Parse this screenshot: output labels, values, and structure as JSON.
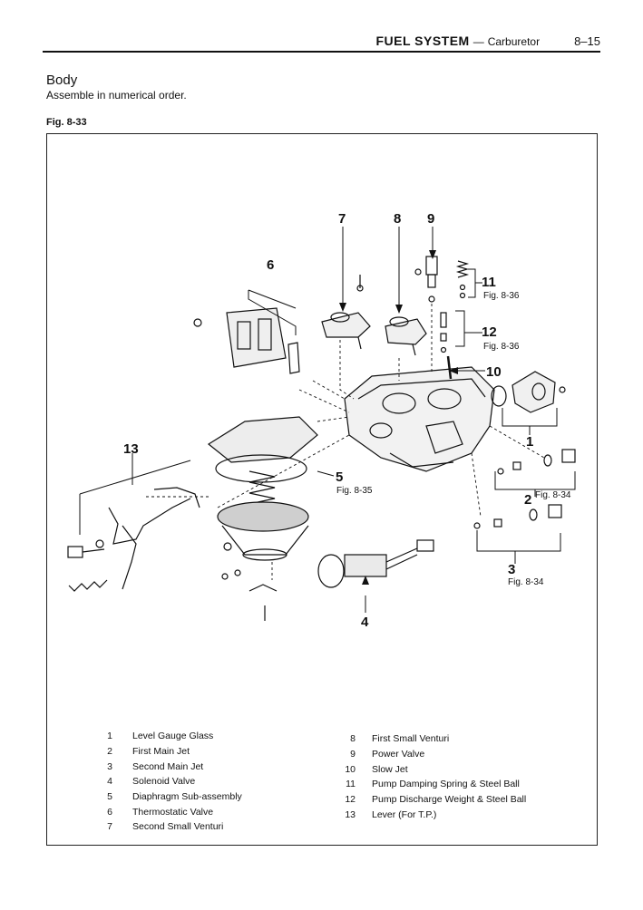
{
  "header": {
    "section": "FUEL SYSTEM",
    "dash": "—",
    "subsection": "Carburetor",
    "page": "8–15"
  },
  "title": "Body",
  "subtitle": "Assemble in numerical order.",
  "figure": {
    "label": "Fig. 8-33",
    "callouts": {
      "c1": "1",
      "c2": "2",
      "c3": "3",
      "c4": "4",
      "c5": "5",
      "c6": "6",
      "c7": "7",
      "c8": "8",
      "c9": "9",
      "c10": "10",
      "c11": "11",
      "c12": "12",
      "c13": "13"
    },
    "refs": {
      "r11": "Fig. 8-36",
      "r12": "Fig. 8-36",
      "r5": "Fig. 8-35",
      "r2": "Fig. 8-34",
      "r3": "Fig. 8-34"
    }
  },
  "legend": {
    "left": [
      {
        "num": "1",
        "label": "Level Gauge Glass"
      },
      {
        "num": "2",
        "label": "First Main Jet"
      },
      {
        "num": "3",
        "label": "Second Main Jet"
      },
      {
        "num": "4",
        "label": "Solenoid Valve"
      },
      {
        "num": "5",
        "label": "Diaphragm Sub-assembly"
      },
      {
        "num": "6",
        "label": "Thermostatic Valve"
      },
      {
        "num": "7",
        "label": "Second Small Venturi"
      }
    ],
    "right": [
      {
        "num": "8",
        "label": "First Small Venturi"
      },
      {
        "num": "9",
        "label": "Power Valve"
      },
      {
        "num": "10",
        "label": "Slow Jet"
      },
      {
        "num": "11",
        "label": "Pump Damping Spring & Steel Ball"
      },
      {
        "num": "12",
        "label": "Pump Discharge Weight & Steel Ball"
      },
      {
        "num": "13",
        "label": "Lever (For T.P.)"
      }
    ]
  }
}
